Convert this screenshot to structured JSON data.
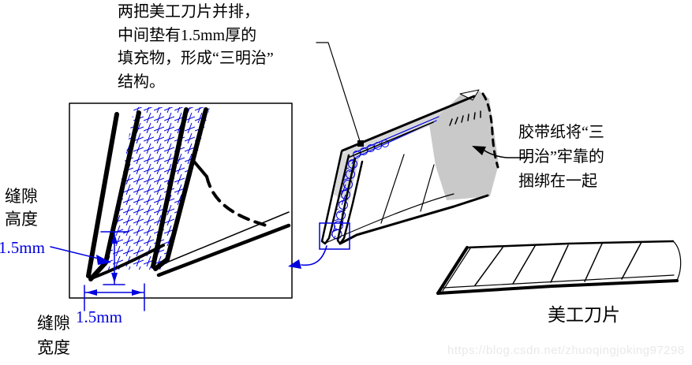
{
  "colors": {
    "ink": "#000000",
    "accent-blue": "#0000e0",
    "tape-gray": "#c9c9c9",
    "spine-gray": "#d9d9d9",
    "watermark-gray": "#e9e9e9"
  },
  "notes": {
    "sandwich_note": "两把美工刀片并排，\n中间垫有1.5mm厚的\n填充物，形成“三明治”\n结构。",
    "tape_note": "胶带纸将“三\n明治”牢靠的\n捆绑在一起",
    "blade_label": "美工刀片"
  },
  "detail_view": {
    "gap_height_label": "缝隙\n高度",
    "gap_height_value": "1.5mm",
    "gap_width_label": "缝隙\n宽度",
    "gap_width_value": "1.5mm"
  },
  "watermark": "https://blog.csdn.net/zhuoqingjoking97298"
}
